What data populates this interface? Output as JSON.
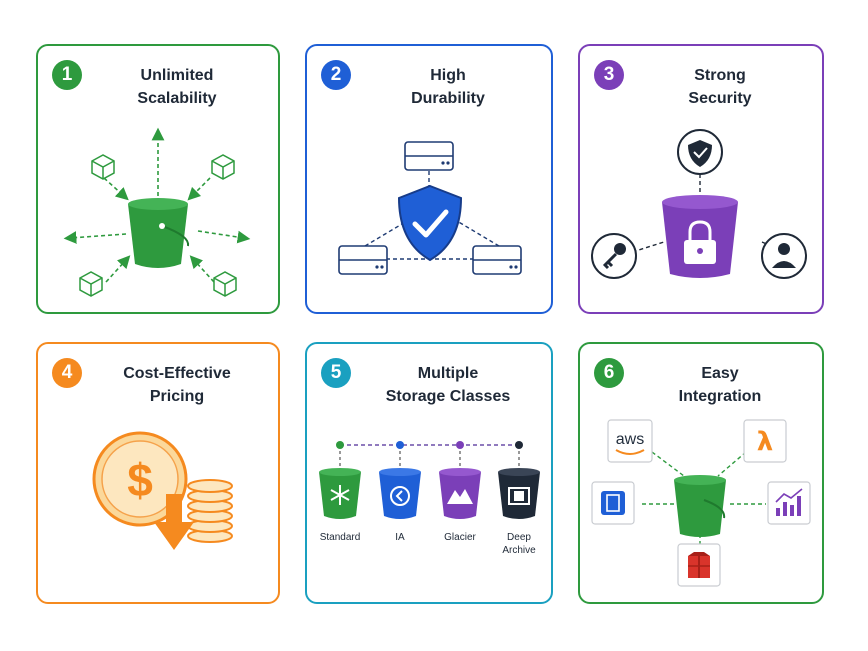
{
  "cards": [
    {
      "number": "1",
      "title": "Unlimited\nScalability",
      "color": "#2e9a3e",
      "icon": "bucket-icon"
    },
    {
      "number": "2",
      "title": "High\nDurability",
      "color": "#1f5fd6",
      "icon": "shield-check-icon"
    },
    {
      "number": "3",
      "title": "Strong\nSecurity",
      "color": "#7b3fb8",
      "icon": "padlock-icon"
    },
    {
      "number": "4",
      "title": "Cost-Effective\nPricing",
      "color": "#f58a1f",
      "icon": "dollar-coin-icon"
    },
    {
      "number": "5",
      "title": "Multiple\nStorage Classes",
      "color": "#1aa0c0",
      "icon": "storage-classes-icon",
      "classes": [
        {
          "label": "Standard",
          "icon": "snowflake-icon"
        },
        {
          "label": "IA",
          "icon": "clock-arrow-icon"
        },
        {
          "label": "Glacier",
          "icon": "mountain-icon"
        },
        {
          "label": "Deep\nArchive",
          "icon": "archive-box-icon"
        }
      ]
    },
    {
      "number": "6",
      "title": "Easy\nIntegration",
      "color": "#2e9a3e",
      "icon": "integration-hub-icon",
      "integrations": {
        "aws_logo_text": "aws",
        "lambda_symbol": "λ"
      }
    }
  ]
}
